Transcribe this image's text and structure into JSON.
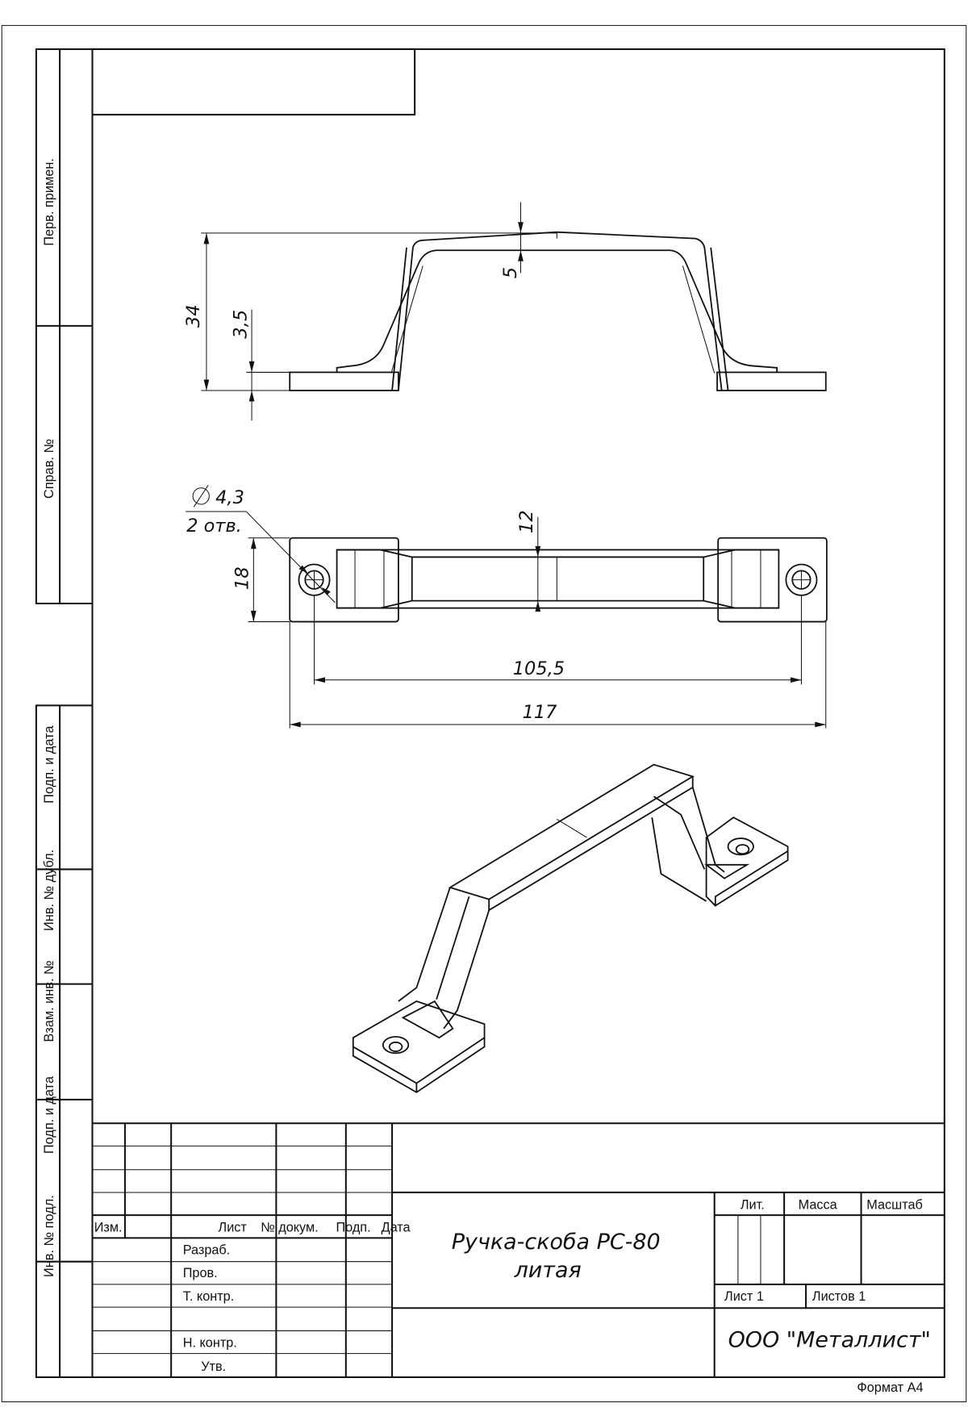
{
  "side_labels": {
    "perv_primen": "Перв. примен.",
    "sprav_no": "Справ. №",
    "podp_data_1": "Подп. и дата",
    "inv_dubl": "Инв. № дубл.",
    "vzam_inv": "Взам. инв. №",
    "podp_data_2": "Подп. и дата",
    "inv_podl": "Инв. № подл."
  },
  "dimensions": {
    "height": "34",
    "base_thickness": "3,5",
    "grip_thickness": "5",
    "hole_diameter": "4,3",
    "hole_count": "2 отв.",
    "grip_width": "12",
    "base_width": "18",
    "hole_spacing": "105,5",
    "overall_length": "117"
  },
  "title_block": {
    "col_izm": "Изм.",
    "col_list": "Лист",
    "col_doc": "№ докум.",
    "col_podp": "Подп.",
    "col_date": "Дата",
    "razrab": "Разраб.",
    "prov": "Пров.",
    "t_kontr": "Т. контр.",
    "n_kontr": "Н. контр.",
    "utv": "Утв.",
    "title_line1": "Ручка-скоба РС-80",
    "title_line2": "литая",
    "lit": "Лит.",
    "massa": "Масса",
    "masshtab": "Масштаб",
    "sheet": "Лист 1",
    "sheets": "Листов 1",
    "company": "ООО \"Металлист\"",
    "format": "Формат А4"
  }
}
